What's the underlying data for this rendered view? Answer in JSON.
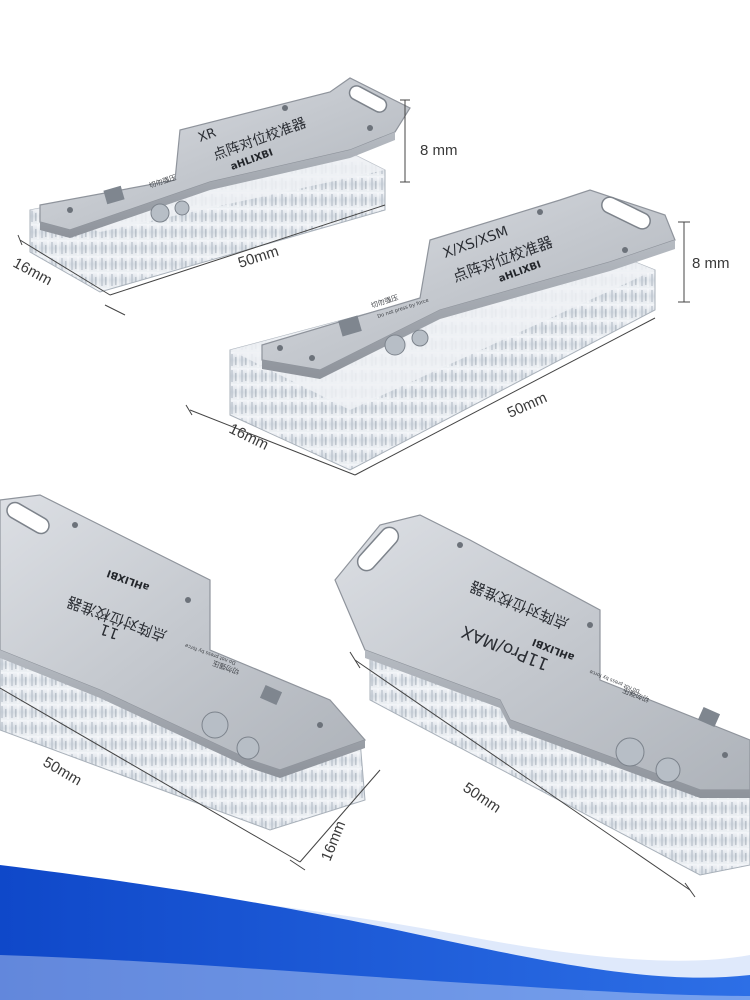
{
  "colors": {
    "background": "#ffffff",
    "wave_primary": "#1a5bd6",
    "wave_light": "#dfe9fb",
    "metal_top": "#c9ccd2",
    "metal_edge": "#9ea3ab",
    "acrylic": "#e3e8ee",
    "dimension_line": "#444444"
  },
  "fixtures": [
    {
      "model": "XR",
      "title_cn": "点阵对位校准器",
      "warning_cn": "切勿强压",
      "brand": "aHLIXBI",
      "dimensions": {
        "height": "8 mm",
        "length": "50mm",
        "width": "16mm"
      }
    },
    {
      "model": "X/XS/XSM",
      "title_cn": "点阵对位校准器",
      "warning_cn": "切勿强压",
      "warning_en": "Do not press by force",
      "brand": "aHLIXBI",
      "dimensions": {
        "height": "8 mm",
        "length": "50mm",
        "width": "16mm"
      }
    },
    {
      "model": "11",
      "title_cn": "点阵对位校准器",
      "warning_cn": "切勿强压",
      "warning_en": "Do not press by force",
      "brand": "aHLIXBI",
      "dimensions": {
        "length": "50mm",
        "width": "16mm"
      }
    },
    {
      "model": "11Pro/MAX",
      "title_cn": "点阵对位校准器",
      "warning_cn": "切勿强压",
      "warning_en": "Do not press by force",
      "brand": "aHLIXBI",
      "dimensions": {
        "length": "50mm"
      }
    }
  ]
}
